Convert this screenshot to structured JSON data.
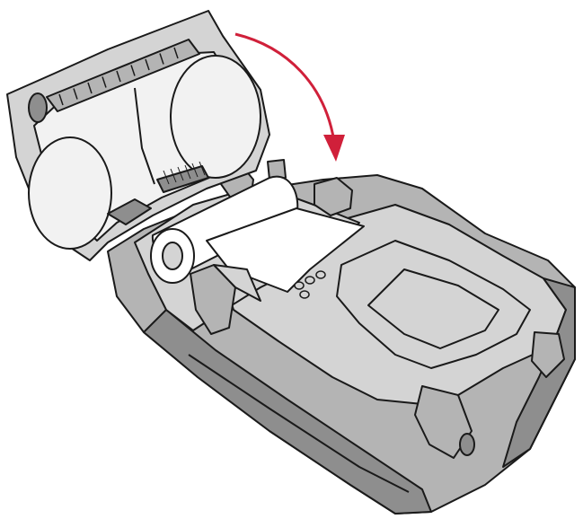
{
  "illustration": {
    "subject": "mobile-receipt-printer-media-loading",
    "colors": {
      "background": "#ffffff",
      "outline": "#1a1a1a",
      "body_light": "#d4d4d4",
      "body_mid": "#b4b4b4",
      "body_dark": "#8e8e8e",
      "lid_inner": "#f2f2f2",
      "paper": "#ffffff",
      "arrow": "#d0203a"
    },
    "parts": [
      "open-lid",
      "printer-body",
      "paper-roll",
      "media-holder",
      "control-buttons",
      "close-arrow"
    ]
  }
}
